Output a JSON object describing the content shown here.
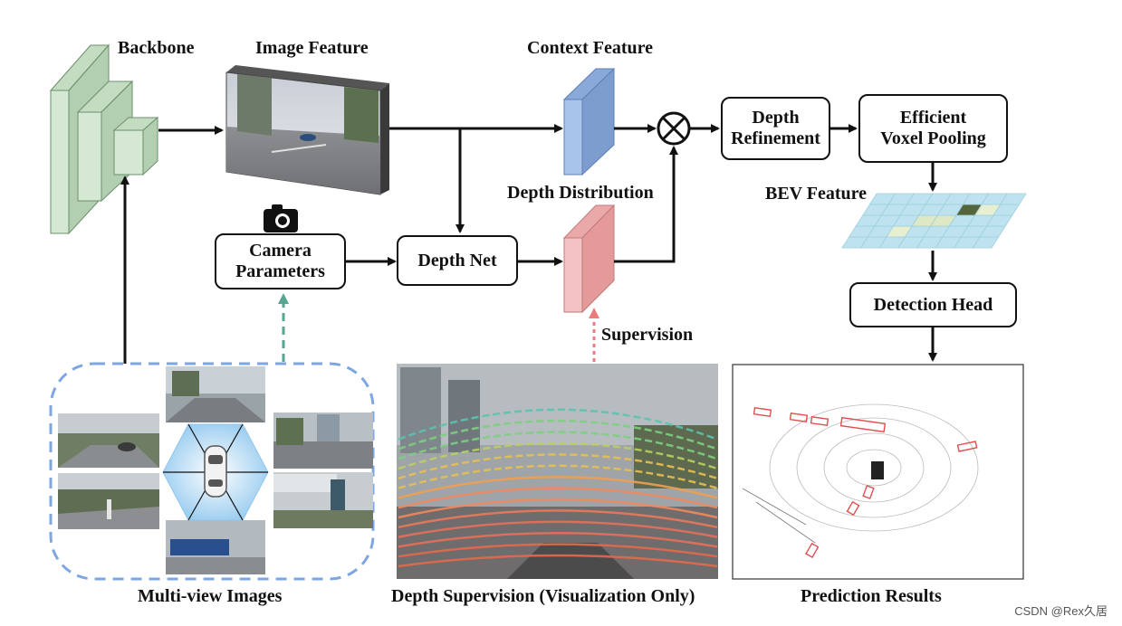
{
  "labels": {
    "backbone": "Backbone",
    "image_feature": "Image Feature",
    "context_feature": "Context Feature",
    "depth_distribution": "Depth Distribution",
    "bev_feature": "BEV Feature",
    "supervision": "Supervision",
    "multi_view_images": "Multi-view Images",
    "depth_supervision": "Depth Supervision (Visualization Only)",
    "prediction_results": "Prediction Results"
  },
  "boxes": {
    "camera_parameters": "Camera\nParameters",
    "depth_net": "Depth Net",
    "depth_refinement": "Depth\nRefinement",
    "efficient_voxel_pooling": "Efficient\nVoxel Pooling",
    "detection_head": "Detection Head"
  },
  "credit": "CSDN @Rex久居",
  "colors": {
    "backbone_fill": "#d5e8d4",
    "backbone_stroke": "#6b8f6b",
    "context_feature": "#a9c4eb",
    "depth_distribution": "#f4c2c2",
    "bev_grid": "#bfe3ee",
    "camera_arrow": "#5aa58f",
    "supervision_arrow": "#ec7a7a",
    "multiview_border": "#7ea6e0",
    "prediction_box": "#e05050"
  }
}
